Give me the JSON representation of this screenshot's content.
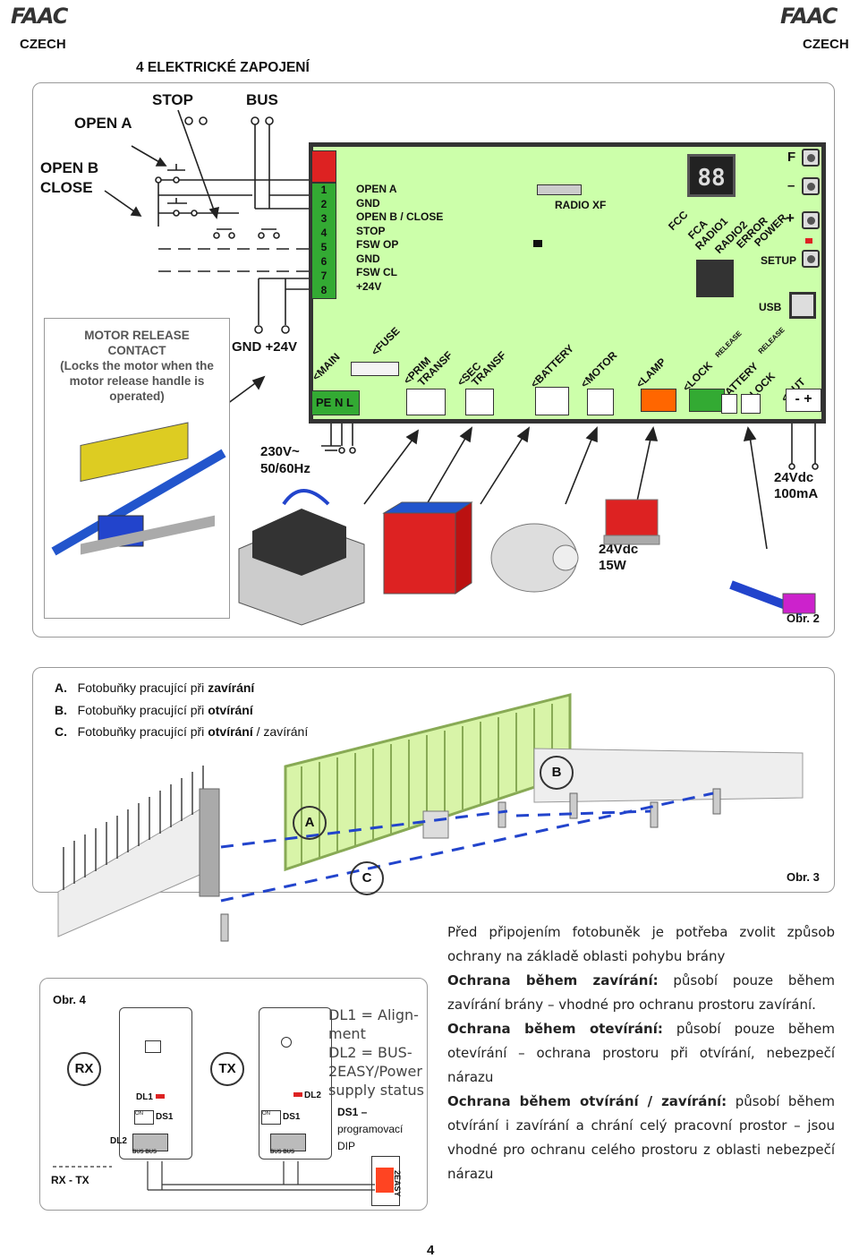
{
  "header": {
    "logo_left": "FAAC",
    "logo_right": "FAAC",
    "lang_left": "CZECH",
    "lang_right": "CZECH",
    "section_title": "4 ELEKTRICKÉ ZAPOJENÍ"
  },
  "fig2": {
    "labels": {
      "open_a": "OPEN A",
      "stop": "STOP",
      "bus": "BUS",
      "open_b": "OPEN B",
      "close": "CLOSE",
      "gnd_24v": "GND +24V",
      "mains": "230V~",
      "mains_freq": "50/60Hz",
      "out_v": "24Vdc",
      "out_a": "100mA",
      "lamp_v": "24Vdc",
      "lamp_w": "15W"
    },
    "terminal_numbers": [
      "1",
      "2",
      "3",
      "4",
      "5",
      "6",
      "7",
      "8"
    ],
    "terminal_labels": [
      "OPEN A",
      "GND",
      "OPEN B / CLOSE",
      "STOP",
      "FSW OP",
      "GND",
      "FSW CL",
      "+24V"
    ],
    "radio": "RADIO XF",
    "display": "88",
    "leds": [
      "FCC",
      "FCA",
      "RADIO1",
      "RADIO2",
      "ERROR",
      "POWER"
    ],
    "buttons": {
      "f": "F",
      "minus": "–",
      "plus": "+",
      "setup": "SETUP",
      "usb": "USB"
    },
    "connectors": [
      "<MAIN",
      "<FUSE",
      "<PRIM",
      "TRANSF",
      "<SEC",
      "TRANSF",
      "<BATTERY",
      "<MOTOR",
      "<LAMP",
      "<LOCK",
      "RELEASE",
      "<BATTERY",
      "RELEASE",
      "<LOCK",
      "<OUT"
    ],
    "main_terminals": "PE N L",
    "out_terminals": "- +",
    "motor_release": [
      "MOTOR RELEASE",
      "CONTACT",
      "(Locks the motor when the",
      "motor release handle is",
      "operated)"
    ],
    "caption": "Obr. 2"
  },
  "fig3": {
    "items": [
      {
        "letter": "A.",
        "text": "Fotobuňky pracující při ",
        "bold": "zavírání",
        "rest": ""
      },
      {
        "letter": "B.",
        "text": "Fotobuňky pracující při ",
        "bold": "otvírání",
        "rest": ""
      },
      {
        "letter": "C.",
        "text": "Fotobuňky pracující při ",
        "bold": "otvírání",
        "rest": " / zavírání"
      }
    ],
    "markers": [
      "A",
      "B",
      "C"
    ],
    "caption": "Obr. 3"
  },
  "fig4": {
    "caption": "Obr. 4",
    "rx": "RX",
    "tx": "TX",
    "rxtx": "RX - TX",
    "dl1": "DL1",
    "dl2": "DL2",
    "ds1": "DS1",
    "on": "ON",
    "bus": "BUS",
    "legend": [
      "DL1 = Align-",
      "ment",
      "DL2 = BUS-",
      "2EASY/Power",
      "supply status"
    ],
    "ds1_title": "DS1 –",
    "ds1_desc": "programovací",
    "ds1_desc2": "DIP",
    "twoeasy": "2EASY"
  },
  "text": {
    "p1": "Před připojením fotobuněk je potřeba zvolit způsob ochrany na základě oblasti pohybu brány",
    "p2b": "Ochrana během zavírání:",
    "p2": " působí pouze během zavírání brány – vhodné pro ochranu prostoru zavírání.",
    "p3b": "Ochrana během otevírání:",
    "p3": " působí pouze během otevírání – ochrana prostoru při otvírání, nebezpečí nárazu",
    "p4b": "Ochrana během otvírání / zavírání:",
    "p4": " působí během otvírání i zavírání a chrání celý pracovní prostor – jsou vhodné pro ochranu celého prostoru z oblasti nebezpečí nárazu"
  },
  "page_number": "4",
  "colors": {
    "board": "#ccffaa",
    "terminal_green": "#33aa33",
    "orange": "#ff6600",
    "red": "#dd2222",
    "blue_dash": "#2244cc"
  }
}
